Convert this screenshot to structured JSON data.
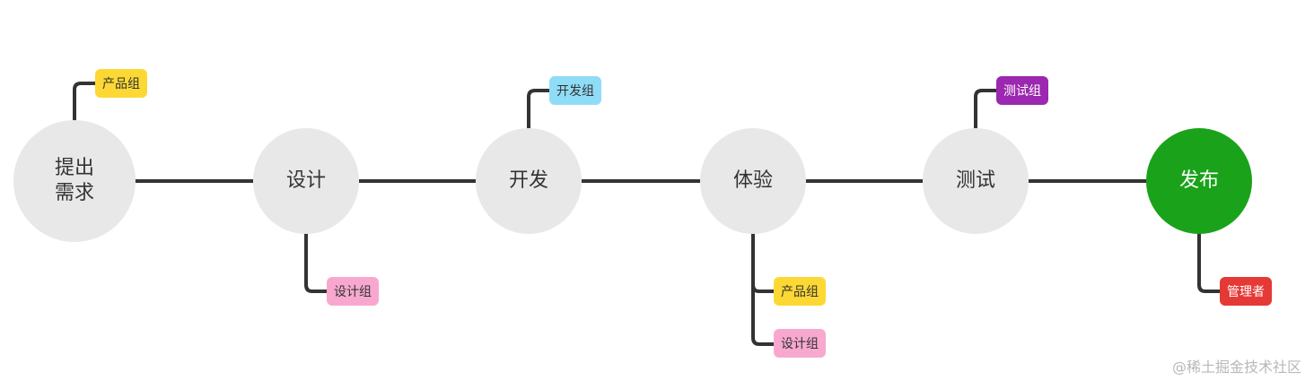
{
  "nodes": [
    {
      "id": "requirement",
      "label": "提出需求",
      "final": false
    },
    {
      "id": "design",
      "label": "设计",
      "final": false
    },
    {
      "id": "develop",
      "label": "开发",
      "final": false
    },
    {
      "id": "experience",
      "label": "体验",
      "final": false
    },
    {
      "id": "test",
      "label": "测试",
      "final": false
    },
    {
      "id": "release",
      "label": "发布",
      "final": true
    }
  ],
  "tags": [
    {
      "id": "product-group-1",
      "label": "产品组",
      "color": "#fdd835",
      "text_color": "#333333"
    },
    {
      "id": "design-group-1",
      "label": "设计组",
      "color": "#f8a8cf",
      "text_color": "#333333"
    },
    {
      "id": "dev-group",
      "label": "开发组",
      "color": "#8fdcf7",
      "text_color": "#333333"
    },
    {
      "id": "product-group-2",
      "label": "产品组",
      "color": "#fdd835",
      "text_color": "#333333"
    },
    {
      "id": "design-group-2",
      "label": "设计组",
      "color": "#f8a8cf",
      "text_color": "#333333"
    },
    {
      "id": "test-group",
      "label": "测试组",
      "color": "#9c27b0",
      "text_color": "#ffffff"
    },
    {
      "id": "admin",
      "label": "管理者",
      "color": "#e53935",
      "text_color": "#ffffff"
    }
  ],
  "colors": {
    "node_fill": "#e8e8e8",
    "final_node_fill": "#1aa31a",
    "connector": "#333333"
  },
  "watermark": "@稀土掘金技术社区"
}
